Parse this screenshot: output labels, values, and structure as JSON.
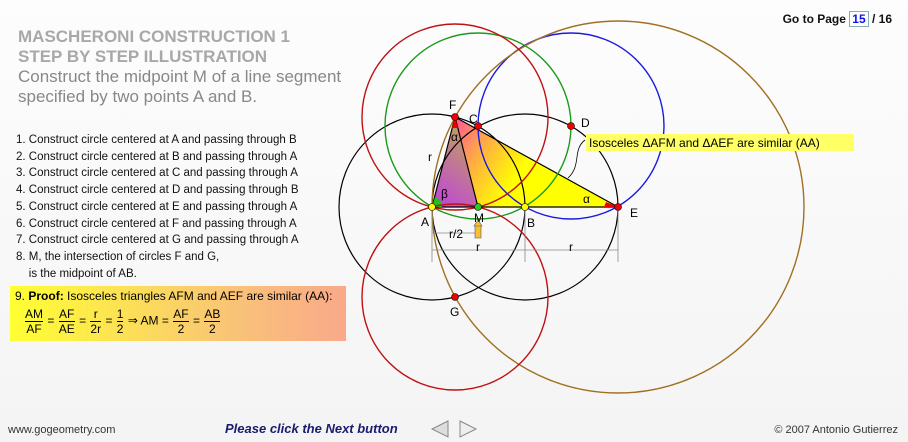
{
  "header": {
    "title_line1": "MASCHERONI CONSTRUCTION 1",
    "title_line2": "STEP BY STEP ILLUSTRATION",
    "subtitle": "Construct the midpoint M of a line segment specified by two points A and B."
  },
  "navigation": {
    "goto_label": "Go to Page",
    "current_page": "15",
    "total_pages": "/ 16",
    "next_message": "Please click the Next button",
    "prev_icon": "triangle-left",
    "next_icon": "triangle-right"
  },
  "steps": [
    "1. Construct circle centered at A and passing through B",
    "2. Construct circle centered at B and passing through A",
    "3. Construct circle centered at C and passing through A",
    "4. Construct circle centered at D and passing through B",
    "5. Construct circle centered at E and passing through A",
    "6. Construct circle centered at F and passing through A",
    "7. Construct circle centered at G and passing through A",
    "8. M, the intersection of circles F and G,",
    "    is the midpoint of AB."
  ],
  "proof": {
    "number": "9.",
    "bold": "Proof:",
    "text": "Isosceles triangles AFM and AEF are similar (AA):",
    "eq": {
      "f1n": "AM",
      "f1d": "AF",
      "f2n": "AF",
      "f2d": "AE",
      "f3n": "r",
      "f3d": "2r",
      "f4n": "1",
      "f4d": "2",
      "eq": "=",
      "implies": "⇒ AM",
      "f5n": "AF",
      "f5d": "2",
      "f6n": "AB",
      "f6d": "2"
    }
  },
  "figure": {
    "callout": "Isosceles ΔAFM and ΔAEF are similar (AA)",
    "labels": {
      "A": "A",
      "B": "B",
      "C": "C",
      "D": "D",
      "E": "E",
      "F": "F",
      "G": "G",
      "M": "M",
      "r": "r",
      "r2": "r/2",
      "alpha": "α",
      "beta": "β"
    },
    "colors": {
      "circleAB": "#000000",
      "circleC": "#1a9a1a",
      "circleD": "#1a1ae0",
      "circleE": "#a07020",
      "circleFG": "#c01010"
    }
  },
  "footer": {
    "site": "www.gogeometry.com",
    "copyright": "© 2007 Antonio Gutierrez"
  }
}
